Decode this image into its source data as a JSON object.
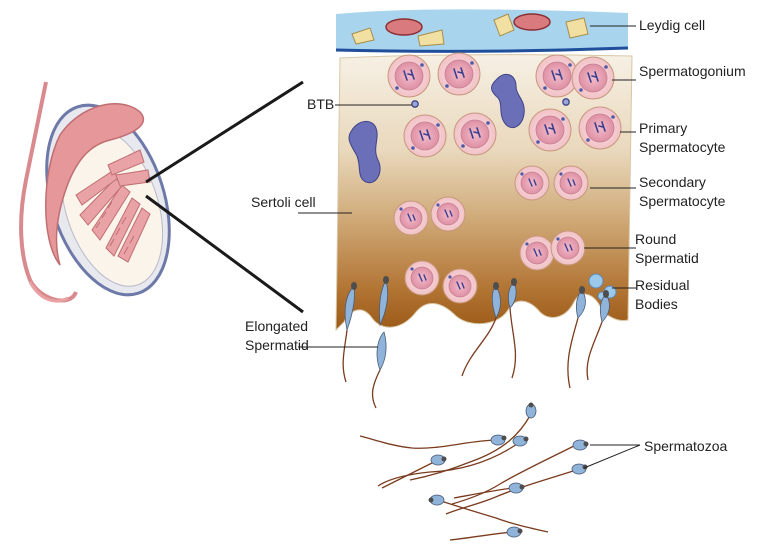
{
  "labels": {
    "leydig": "Leydig cell",
    "spermatogonium": "Spermatogonium",
    "btb": "BTB",
    "primary_1": "Primary",
    "primary_2": "Spermatocyte",
    "secondary_1": "Secondary",
    "secondary_2": "Spermatocyte",
    "sertoli": "Sertoli cell",
    "round_1": "Round",
    "round_2": "Spermatid",
    "residual_1": "Residual",
    "residual_2": "Bodies",
    "elongated_1": "Elongated",
    "elongated_2": "Spermatid",
    "spermatozoa": "Spermatozoa"
  },
  "colors": {
    "interstitium": "#a9d4ee",
    "basement_membrane": "#1f4e9b",
    "sertoli_top": "#f3ecde",
    "sertoli_mid": "#cfae7f",
    "sertoli_bottom": "#a8661f",
    "germ_cell": "#f6d3d6",
    "germ_nucleus": "#e8a5b4",
    "chromosome": "#3a3f8f",
    "macrophage": "#6a6fb8",
    "sperm_head": "#8fb3d9",
    "sperm_tail": "#7a3b1e",
    "testis": "#e9a1a3",
    "leader_line": "#222222"
  }
}
